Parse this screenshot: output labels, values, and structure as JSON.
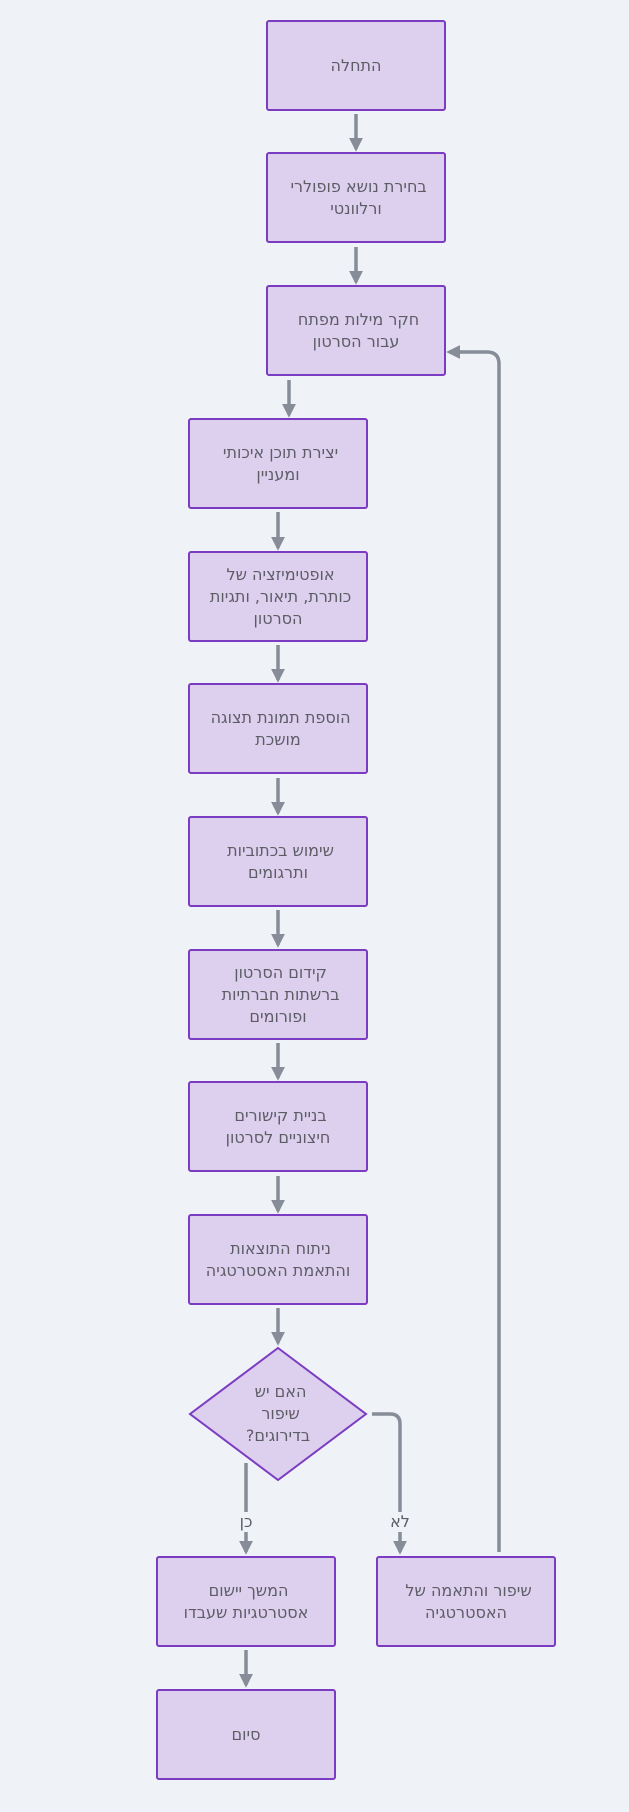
{
  "diagram": {
    "nodes": {
      "start": [
        "התחלה"
      ],
      "choose_topic": [
        "בחירת נושא פופולרי",
        "ורלוונטי"
      ],
      "keyword_research": [
        "חקר מילות מפתח",
        "עבור הסרטון"
      ],
      "create_content": [
        "יצירת תוכן איכותי",
        "ומעניין"
      ],
      "optimize": [
        "אופטימיזציה של",
        "כותרת, תיאור, ותגיות",
        "הסרטון"
      ],
      "thumbnail": [
        "הוספת תמונת תצוגה",
        "מושכת"
      ],
      "subtitles": [
        "שימוש בכתוביות",
        "ותרגומים"
      ],
      "promote": [
        "קידום הסרטון",
        "ברשתות חברתיות",
        "ופורומים"
      ],
      "backlinks": [
        "בניית קישורים",
        "חיצוניים לסרטון"
      ],
      "analyze": [
        "ניתוח התוצאות",
        "והתאמת האסטרטגיה"
      ],
      "decision": [
        "האם יש",
        "שיפור",
        "בדירוגים?"
      ],
      "continue": [
        "המשך יישום",
        "אסטרטגיות שעבדו"
      ],
      "improve": [
        "שיפור והתאמה של",
        "האסטרטגיה"
      ],
      "end": [
        "סיום"
      ]
    },
    "edge_labels": {
      "yes": "כן",
      "no": "לא"
    }
  }
}
